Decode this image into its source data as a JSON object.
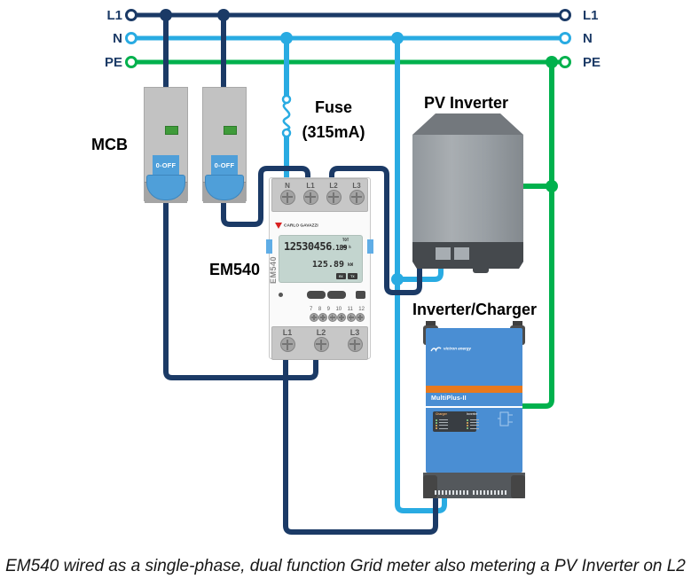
{
  "bus": {
    "lines": [
      {
        "label": "L1",
        "color": "#1b3a66"
      },
      {
        "label": "N",
        "color": "#29abe2"
      },
      {
        "label": "PE",
        "color": "#00b14d"
      }
    ]
  },
  "mcb": {
    "label": "MCB",
    "switch_label": "0-OFF"
  },
  "fuse": {
    "name": "Fuse",
    "rating": "(315mA)"
  },
  "em540": {
    "label": "EM540",
    "brand": "CARLO GAVAZZI",
    "side_label": "EM540",
    "top_terminals": [
      "N",
      "L1",
      "L2",
      "L3"
    ],
    "bottom_terminals": [
      "L1",
      "L2",
      "L3"
    ],
    "aux_terminal_numbers": [
      "7",
      "8",
      "9",
      "10",
      "11",
      "12"
    ],
    "lcd": {
      "energy_main": "12530456",
      "energy_frac": ".189",
      "energy_unit_tag": "TOT",
      "energy_unit": "kW h",
      "power_value": "125.89",
      "power_unit": "kW",
      "badge_rx": "RX",
      "badge_tx": "TX"
    }
  },
  "pv_inverter": {
    "label": "PV Inverter"
  },
  "inverter_charger": {
    "label": "Inverter/Charger",
    "brand": "victron energy",
    "model": "MultiPlus-II",
    "led_panel": {
      "left_header": "Charger",
      "right_header": "Inverter"
    }
  },
  "caption": "EM540 wired as a single-phase, dual function Grid meter also metering a PV Inverter on L2"
}
